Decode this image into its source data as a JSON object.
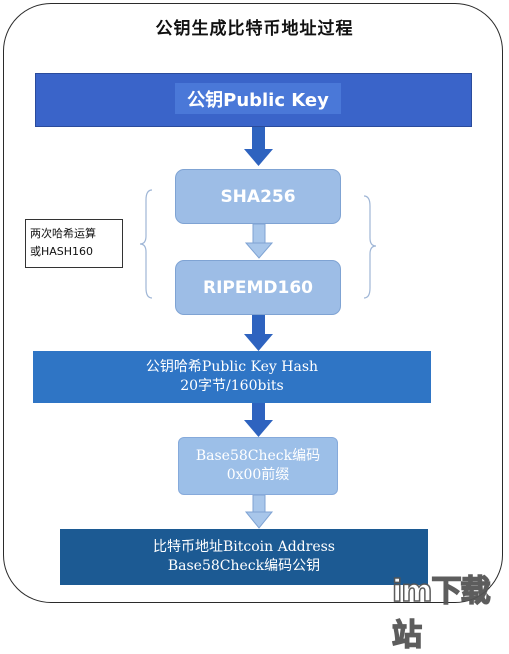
{
  "title": "公钥生成比特币地址过程",
  "steps": {
    "public_key": "公钥Public Key",
    "sha256": "SHA256",
    "ripemd160": "RIPEMD160",
    "hash_line1": "公钥哈希Public Key Hash",
    "hash_line2": "20字节/160bits",
    "base58_line1": "Base58Check编码",
    "base58_line2": "0x00前缀",
    "address_line1": "比特币地址Bitcoin Address",
    "address_line2": "Base58Check编码公钥"
  },
  "note": {
    "line1": "两次哈希运算",
    "line2": "或HASH160"
  },
  "watermark": "im下载站",
  "colors": {
    "public_key_bar": "#3a64c9",
    "light_box": "#9dbde6",
    "hash_bar": "#2f75c5",
    "address_bar": "#1c5a93",
    "arrow": "#2e63bf"
  }
}
